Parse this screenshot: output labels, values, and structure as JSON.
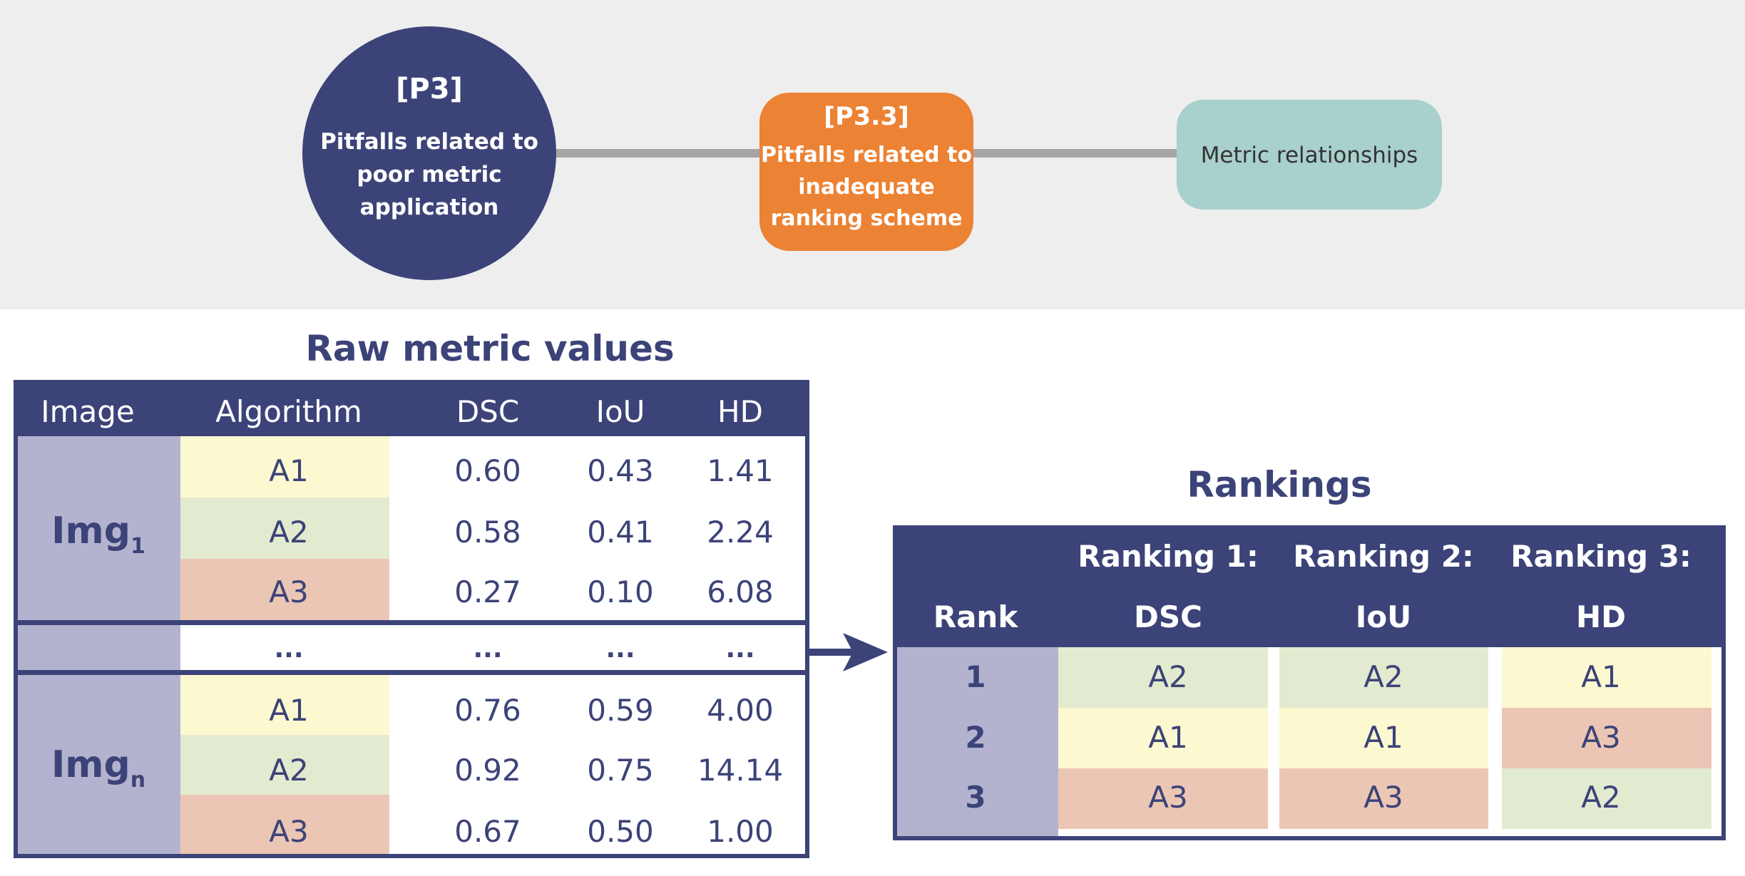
{
  "colors": {
    "navy": "#3c4378",
    "orange": "#ec8233",
    "teal": "#a8d0cc",
    "top_bg": "#eeeeee",
    "connector": "#a6a6a6",
    "image_col": "#b4b3cf",
    "a1": "#fcf8d0",
    "a2": "#e2ebcf",
    "a3": "#ebc6b5"
  },
  "top": {
    "p3": {
      "code": "[P3]",
      "lines": [
        "Pitfalls related to",
        "poor metric",
        "application"
      ]
    },
    "p33": {
      "code": "[P3.3]",
      "lines": [
        "Pitfalls related to",
        "inadequate",
        "ranking scheme"
      ]
    },
    "metric_rel": "Metric relationships"
  },
  "raw": {
    "title": "Raw metric values",
    "headers": [
      "Image",
      "Algorithm",
      "DSC",
      "IoU",
      "HD"
    ],
    "groups": [
      {
        "image": "Img",
        "subscript": "1",
        "rows": [
          {
            "alg": "A1",
            "dsc": "0.60",
            "iou": "0.43",
            "hd": "1.41"
          },
          {
            "alg": "A2",
            "dsc": "0.58",
            "iou": "0.41",
            "hd": "2.24"
          },
          {
            "alg": "A3",
            "dsc": "0.27",
            "iou": "0.10",
            "hd": "6.08"
          }
        ]
      },
      {
        "image": "Img",
        "subscript": "n",
        "rows": [
          {
            "alg": "A1",
            "dsc": "0.76",
            "iou": "0.59",
            "hd": "4.00"
          },
          {
            "alg": "A2",
            "dsc": "0.92",
            "iou": "0.75",
            "hd": "14.14"
          },
          {
            "alg": "A3",
            "dsc": "0.67",
            "iou": "0.50",
            "hd": "1.00"
          }
        ]
      }
    ],
    "ellipsis": "..."
  },
  "rankings": {
    "title": "Rankings",
    "rank_header": "Rank",
    "columns": [
      {
        "top": "Ranking 1:",
        "bottom": "DSC",
        "values": [
          "A2",
          "A1",
          "A3"
        ]
      },
      {
        "top": "Ranking 2:",
        "bottom": "IoU",
        "values": [
          "A2",
          "A1",
          "A3"
        ]
      },
      {
        "top": "Ranking 3:",
        "bottom": "HD",
        "values": [
          "A1",
          "A3",
          "A2"
        ]
      }
    ],
    "ranks": [
      "1",
      "2",
      "3"
    ]
  }
}
